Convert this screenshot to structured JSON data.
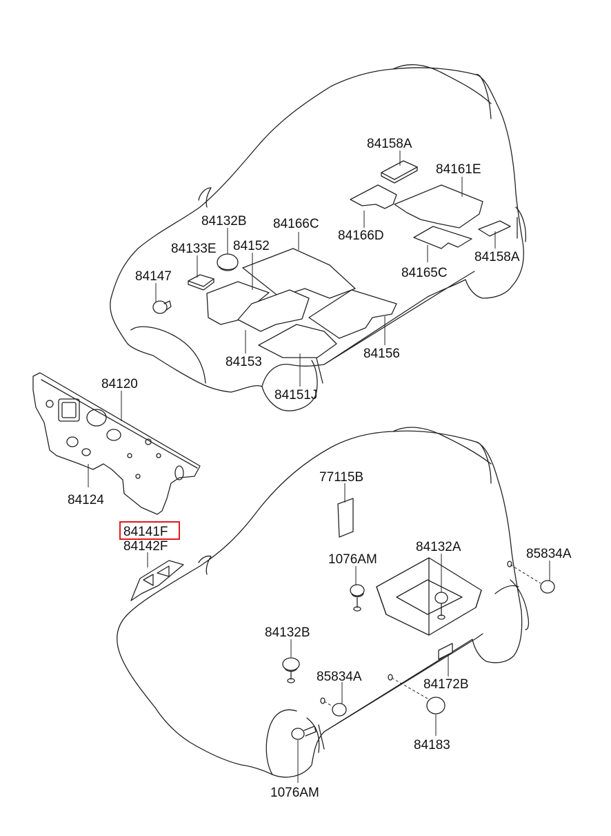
{
  "labels": {
    "p84158A_top": "84158A",
    "p84161E": "84161E",
    "p84132B_top": "84132B",
    "p84166C": "84166C",
    "p84166D": "84166D",
    "p84133E": "84133E",
    "p84152": "84152",
    "p84147": "84147",
    "p84165C": "84165C",
    "p84158A_right": "84158A",
    "p84153": "84153",
    "p84156": "84156",
    "p84151J": "84151J",
    "p84120": "84120",
    "p84124": "84124",
    "p84141F": "84141F",
    "p84142F": "84142F",
    "p77115B": "77115B",
    "p1076AM_top": "1076AM",
    "p84132A": "84132A",
    "p85834A_right": "85834A",
    "p84132B_bottom": "84132B",
    "p85834A_mid": "85834A",
    "p84172B": "84172B",
    "p84183": "84183",
    "p1076AM_bottom": "1076AM"
  },
  "highlight": {
    "part": "84141F",
    "color": "#e0191b"
  }
}
